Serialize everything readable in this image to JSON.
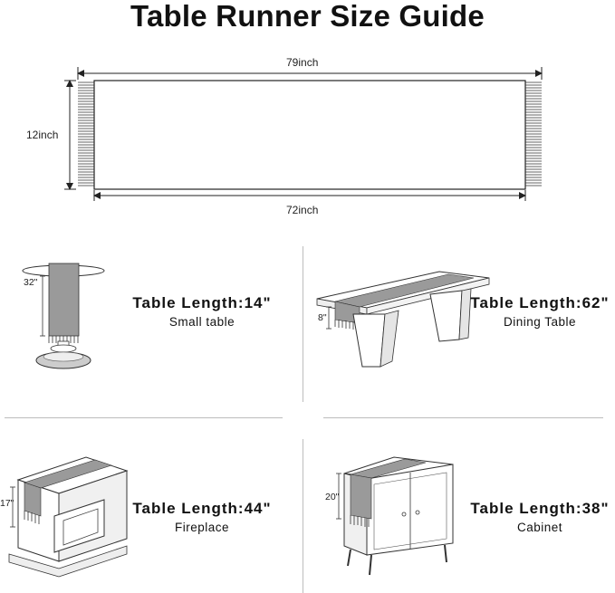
{
  "title": "Table Runner Size Guide",
  "diagram": {
    "total_length": "79inch",
    "width": "12inch",
    "body_length": "72inch"
  },
  "panels": [
    {
      "label": "Table Length:14\"",
      "sublabel": "Small table",
      "height_label": "32\""
    },
    {
      "label": "Table Length:62\"",
      "sublabel": "Dining Table",
      "height_label": "8\""
    },
    {
      "label": "Table Length:44\"",
      "sublabel": "Fireplace",
      "height_label": "17\""
    },
    {
      "label": "Table Length:38\"",
      "sublabel": "Cabinet",
      "height_label": "20\""
    }
  ]
}
